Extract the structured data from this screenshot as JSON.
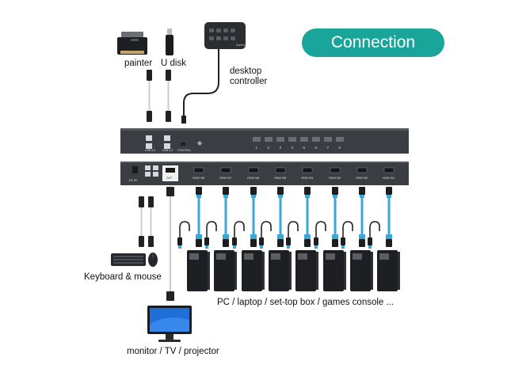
{
  "title": "Connection",
  "labels": {
    "printer": "painter",
    "udisk": "U disk",
    "controller_line1": "desktop",
    "controller_line2": "controller",
    "keyboard_mouse": "Keyboard & mouse",
    "pcs": "PC / laptop / set-top box / games console ...",
    "monitor": "monitor / TV / projector"
  },
  "front_panel": {
    "usb_port_label_1": "USB 3.0",
    "usb_port_label_2": "USB 3.0",
    "control_label": "CONTROL",
    "button_numbers": [
      "1",
      "2",
      "3",
      "4",
      "5",
      "6",
      "7",
      "8"
    ]
  },
  "rear_panel": {
    "dc_label": "DC 5V",
    "hdmi_out_label": "OUT",
    "hdmi_in_labels": [
      "HDMI IN8",
      "HDMI IN7",
      "HDMI IN6",
      "HDMI IN5",
      "HDMI IN4",
      "HDMI IN3",
      "HDMI IN2",
      "HDMI IN1"
    ]
  },
  "controller_brand": "Sanlink",
  "colors": {
    "accent": "#1aa59a",
    "device": "#3a3d42",
    "cable_blue": "#3aa7d6"
  }
}
